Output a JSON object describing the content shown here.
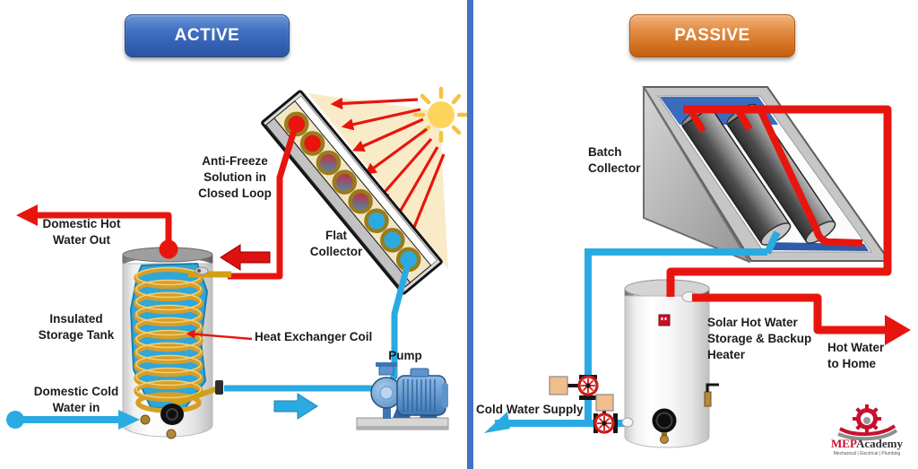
{
  "active_panel": {
    "title": "ACTIVE",
    "button_color": "#3E68B5",
    "labels": {
      "anti_freeze": "Anti-Freeze\nSolution in\nClosed Loop",
      "domestic_hot_out": "Domestic Hot\nWater Out",
      "flat_collector": "Flat\nCollector",
      "insulated_storage_tank": "Insulated\nStorage Tank",
      "heat_exchanger_coil": "Heat Exchanger Coil",
      "domestic_cold_in": "Domestic Cold\nWater in",
      "pump": "Pump"
    }
  },
  "passive_panel": {
    "title": "PASSIVE",
    "button_color": "#D2701F",
    "labels": {
      "batch_collector": "Batch\nCollector",
      "solar_storage": "Solar Hot Water\nStorage & Backup\nHeater",
      "hot_water_to_home": "Hot Water\nto Home",
      "cold_water_supply": "Cold Water Supply"
    }
  },
  "logo": {
    "brand_prefix": "MEP",
    "brand_suffix": "Academy",
    "tagline": "Mechanical | Electrical | Plumbing"
  },
  "colors": {
    "hot_pipe": "#E8150F",
    "cold_pipe": "#29ABE2",
    "divider": "#4472C4"
  }
}
